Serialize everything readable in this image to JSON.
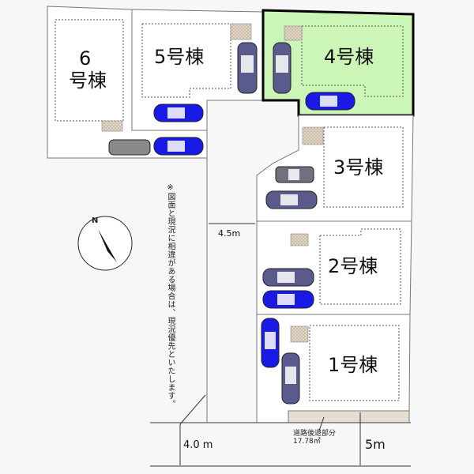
{
  "lots": [
    {
      "id": "6",
      "label_line1": "6",
      "label_line2": "号棟"
    },
    {
      "id": "5",
      "label": "5号棟"
    },
    {
      "id": "4",
      "label": "4号棟",
      "highlight": true
    },
    {
      "id": "3",
      "label": "3号棟"
    },
    {
      "id": "2",
      "label": "2号棟"
    },
    {
      "id": "1",
      "label": "1号棟"
    }
  ],
  "note": "※図面と現況に相違がある場合は、現況優先といたします。",
  "dimensions": {
    "private_road_width": "4.5m",
    "front_road_width": "4.0 m",
    "setback_width": "5m"
  },
  "setback": {
    "label": "道路後退部分",
    "area": "17.78㎡"
  },
  "compass": {
    "north_label": "N"
  },
  "colors": {
    "highlight_fill": "#ccf5b8",
    "car_blue": "#1a1ae6",
    "car_navy": "#5a5a8c",
    "car_gray": "#808080"
  }
}
